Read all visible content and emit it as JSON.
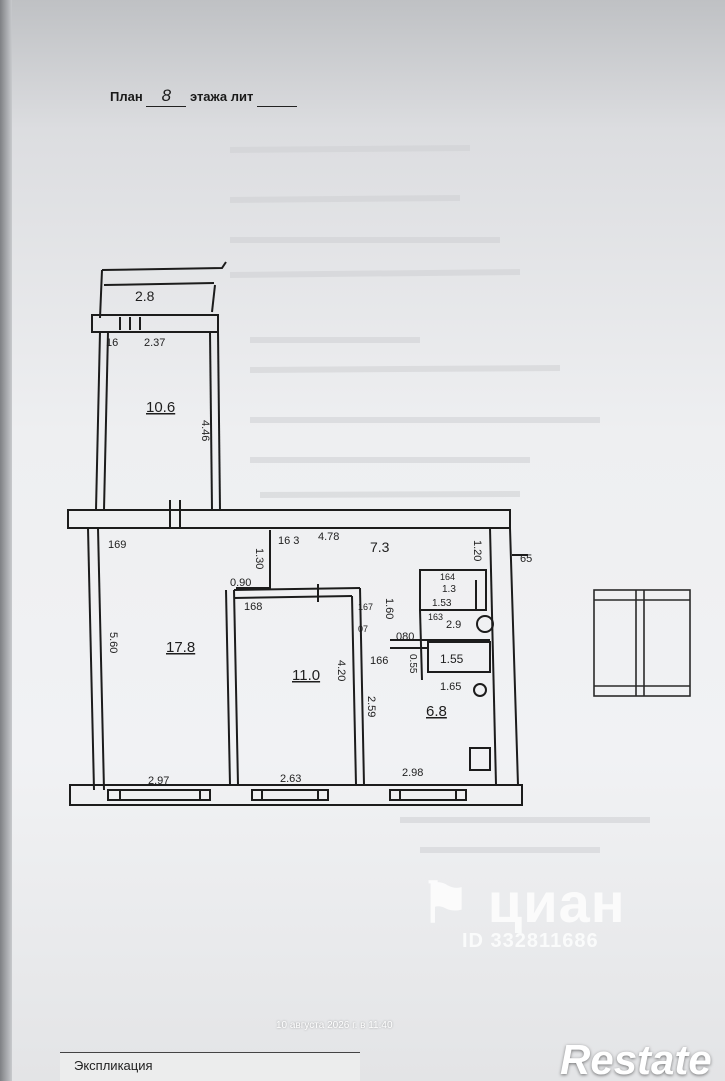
{
  "document": {
    "title_prefix": "План",
    "floor_number": "8",
    "title_suffix": "этажа лит",
    "explication_label": "Экспликация"
  },
  "rooms": {
    "balcony": "2.8",
    "room_small": "10.6",
    "room_large": "17.8",
    "room_middle": "11.0",
    "corridor": "7.3",
    "kitchen": "6.8",
    "bath": "1.55",
    "wc": "1.3",
    "closet": "2.9"
  },
  "dimensions": {
    "d_16a": "16",
    "d_237": "2.37",
    "d_446": "4.46",
    "d_169": "169",
    "d_130": "1.30",
    "d_163": "16 3",
    "d_478": "4.78",
    "d_120": "1.20",
    "d_65": "65",
    "d_560": "5.60",
    "d_090": "0.90",
    "d_168": "168",
    "d_167": "167",
    "d_07": "07",
    "d_160": "1.60",
    "d_080": "080",
    "d_055": "0.55",
    "d_166": "166",
    "d_420": "4.20",
    "d_259": "2.59",
    "d_165": "1.65",
    "d_297": "2.97",
    "d_263": "2.63",
    "d_298": "2.98",
    "d_164": "164",
    "d_153": "1.53",
    "d_163b": "163"
  },
  "overlay": {
    "photo_timestamp": "10 августа 2026 г. в 11:40",
    "watermark_brand": "циан",
    "watermark_id": "ID 332811686",
    "corner_brand": "Restate"
  }
}
